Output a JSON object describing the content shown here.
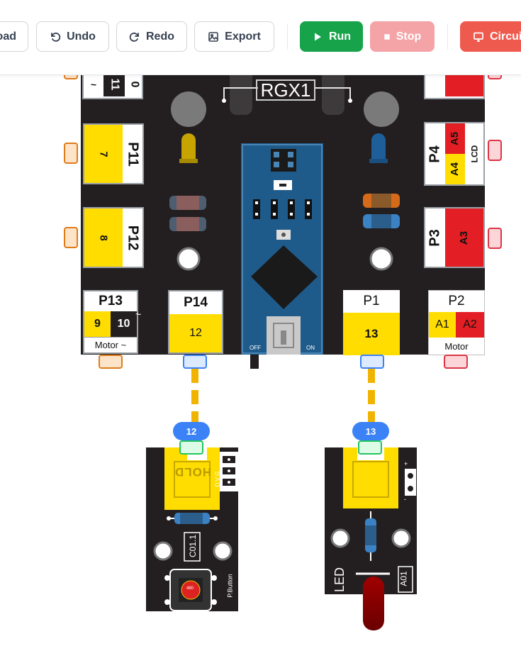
{
  "toolbar": {
    "load_label": "oad",
    "undo_label": "Undo",
    "redo_label": "Redo",
    "export_label": "Export",
    "run_label": "Run",
    "stop_label": "Stop",
    "circuit_label": "Circui"
  },
  "board": {
    "title": "RGX1",
    "switch_off": "OFF",
    "switch_on": "ON",
    "ports": {
      "top_left_a": "0",
      "top_left_b": "11",
      "p11": {
        "name": "P11",
        "pin": "7"
      },
      "p12": {
        "name": "P12",
        "pin": "8"
      },
      "p13": {
        "name": "P13",
        "pin_a": "9",
        "pin_b": "10",
        "footer": "Motor ~"
      },
      "p14": {
        "name": "P14",
        "pin": "12"
      },
      "p1": {
        "name": "P1",
        "pin": "13"
      },
      "p2": {
        "name": "P2",
        "pin_a": "A1",
        "pin_b": "A2",
        "footer": "Motor"
      },
      "p3": {
        "name": "P3",
        "pin": "A3"
      },
      "p4": {
        "name": "P4",
        "pin_a": "A5",
        "pin_b": "A4",
        "extra": "LCD"
      }
    }
  },
  "modules": {
    "button": {
      "pin_badge": "12",
      "hold_label": "HOLD",
      "pins": "D V G",
      "code": "C01.1",
      "name": "P.Button",
      "cap_text": "480"
    },
    "led": {
      "pin_badge": "13",
      "label": "LED",
      "code": "A01",
      "plus": "+",
      "minus": "-"
    }
  },
  "colors": {
    "run": "#16a34a",
    "stop": "#f4a3a6",
    "circuit": "#ef5a4f",
    "board": "#231f20",
    "port_yellow": "#ffdd00",
    "port_red": "#e31e24",
    "wire": "#f0b400",
    "pin_badge": "#3b82f6"
  }
}
